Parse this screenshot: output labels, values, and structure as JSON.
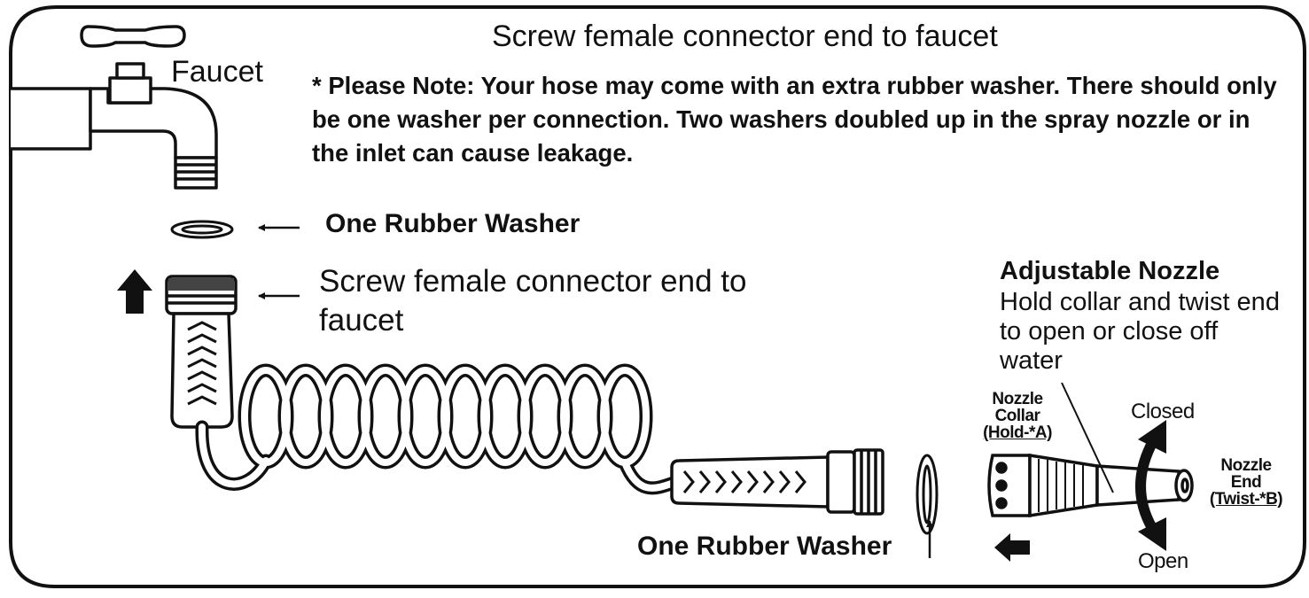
{
  "title": "Screw female connector end to faucet",
  "faucet": {
    "label": "Faucet"
  },
  "note": "* Please Note:  Your hose may come with an extra rubber washer.  There should only be one washer per connection. Two washers doubled up in the spray nozzle or in the inlet can cause leakage.",
  "top_washer": {
    "label": "One Rubber Washer"
  },
  "connector": {
    "label": "Screw female connector end to faucet"
  },
  "nozzle": {
    "title": "Adjustable Nozzle",
    "description": "Hold collar and twist end to open or close off water",
    "collar": {
      "line1": "Nozzle",
      "line2": "Collar",
      "line3": "(Hold-*A)"
    },
    "end": {
      "line1": "Nozzle",
      "line2": "End",
      "line3": "(Twist-*B)"
    },
    "closed_label": "Closed",
    "open_label": "Open"
  },
  "bottom_washer": {
    "label": "One Rubber Washer"
  },
  "colors": {
    "ink": "#111111",
    "background": "#ffffff",
    "hose_fill": "#ffffff"
  }
}
